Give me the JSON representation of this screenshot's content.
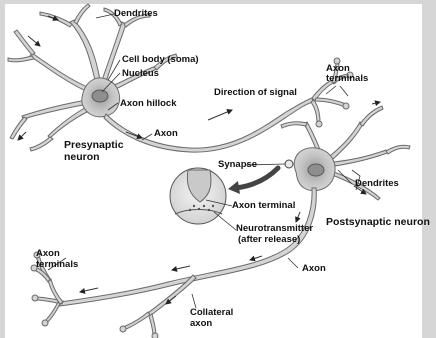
{
  "diagram": {
    "labels": {
      "dendrites_top": "Dendrites",
      "cell_body": "Cell body (soma)",
      "nucleus": "Nucleus",
      "axon_hillock": "Axon hillock",
      "axon_top": "Axon",
      "presynaptic_1": "Presynaptic",
      "presynaptic_2": "neuron",
      "direction": "Direction of signal",
      "axon_terminals_top_1": "Axon",
      "axon_terminals_top_2": "terminals",
      "synapse": "Synapse",
      "dendrites_right": "Dendrites",
      "axon_terminal": "Axon terminal",
      "postsynaptic": "Postsynaptic neuron",
      "neurotransmitter_1": "Neurotransmitter",
      "neurotransmitter_2": "(after release)",
      "axon_terminals_left_1": "Axon",
      "axon_terminals_left_2": "terminals",
      "axon_bottom": "Axon",
      "collateral_1": "Collateral",
      "collateral_2": "axon"
    },
    "colors": {
      "neuron_fill": "#d4d4d4",
      "neuron_stroke": "#6a6a6a",
      "page_background": "#dcdcdc",
      "figure_background": "#ffffff",
      "label_text": "#111111"
    }
  }
}
